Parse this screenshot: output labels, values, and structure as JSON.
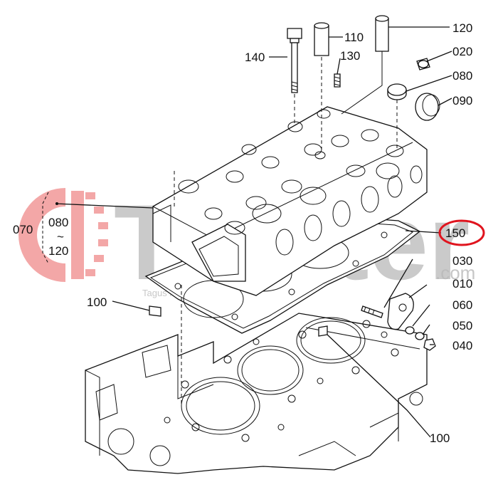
{
  "diagram": {
    "callouts": {
      "c010": "010",
      "c020": "020",
      "c030": "030",
      "c040": "040",
      "c050": "050",
      "c060": "060",
      "c070": "070",
      "c080": "080",
      "c080b": "080",
      "c090": "090",
      "c100a": "100",
      "c100b": "100",
      "c110": "110",
      "c120": "120",
      "c120b": "120",
      "c130": "130",
      "c140": "140",
      "c150": "150",
      "range_sep": "~"
    },
    "highlight": {
      "part": "150",
      "color": "#e0141e"
    },
    "watermark": {
      "text": "Trakter",
      "suffix": ".com",
      "subtext": "Tagus Mundis",
      "logo_color": "#f08a8a"
    }
  }
}
